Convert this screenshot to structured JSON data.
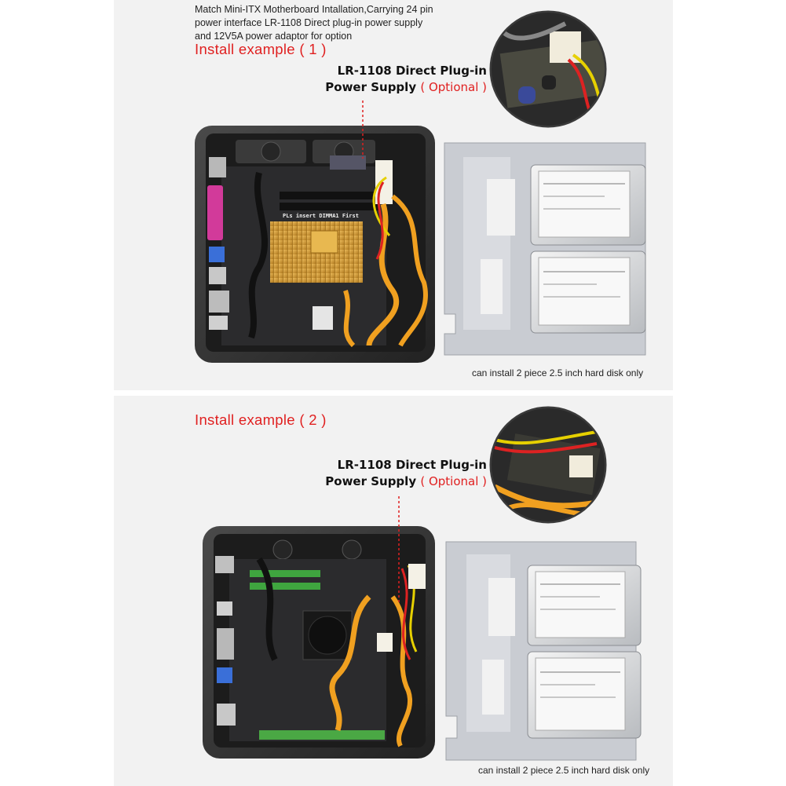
{
  "intro": {
    "line1": "Match Mini-ITX Motherboard Intallation,Carrying 24 pin",
    "line2": "power interface LR-1108 Direct plug-in power supply",
    "line3": "and 12V5A power adaptor for option"
  },
  "example1": {
    "title": "Install example ( 1 )",
    "psu_line1": "LR-1108 Direct Plug-in",
    "psu_line2": "Power Supply",
    "psu_optional": "( Optional )",
    "caption": "can install 2 piece 2.5 inch hard disk only",
    "board_print": "PLs insert DIMMA1 First"
  },
  "example2": {
    "title": "Install example ( 2 )",
    "psu_line1": "LR-1108 Direct Plug-in",
    "psu_line2": "Power Supply",
    "psu_optional": "( Optional )",
    "caption": "can install 2 piece 2.5 inch hard disk only"
  },
  "colors": {
    "accent_red": "#e02020",
    "panel_bg": "#f2f2f2",
    "case_dark": "#2e2e2e",
    "heatsink_gold": "#d9a640",
    "sata_orange": "#f0a020",
    "bracket_silver": "#c9ccd2"
  }
}
